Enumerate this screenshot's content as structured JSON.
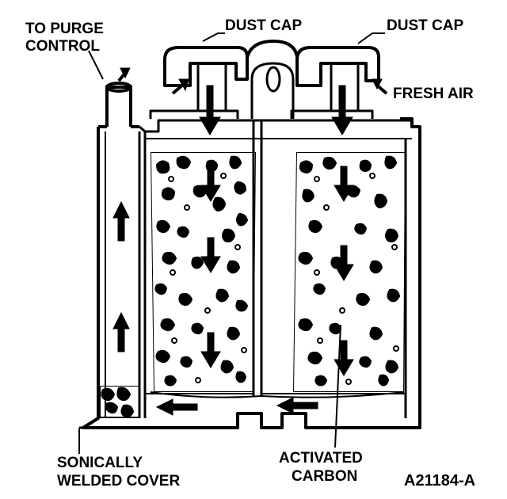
{
  "labels": {
    "purge_line1": "TO PURGE",
    "purge_line2": "CONTROL",
    "dust_cap_left": "DUST CAP",
    "dust_cap_right": "DUST CAP",
    "fresh_air": "FRESH AIR",
    "sonic_line1": "SONICALLY",
    "sonic_line2": "WELDED COVER",
    "carbon_line1": "ACTIVATED",
    "carbon_line2": "CARBON",
    "figure_id": "A21184-A"
  },
  "colors": {
    "ink": "#000000",
    "paper": "#ffffff"
  }
}
